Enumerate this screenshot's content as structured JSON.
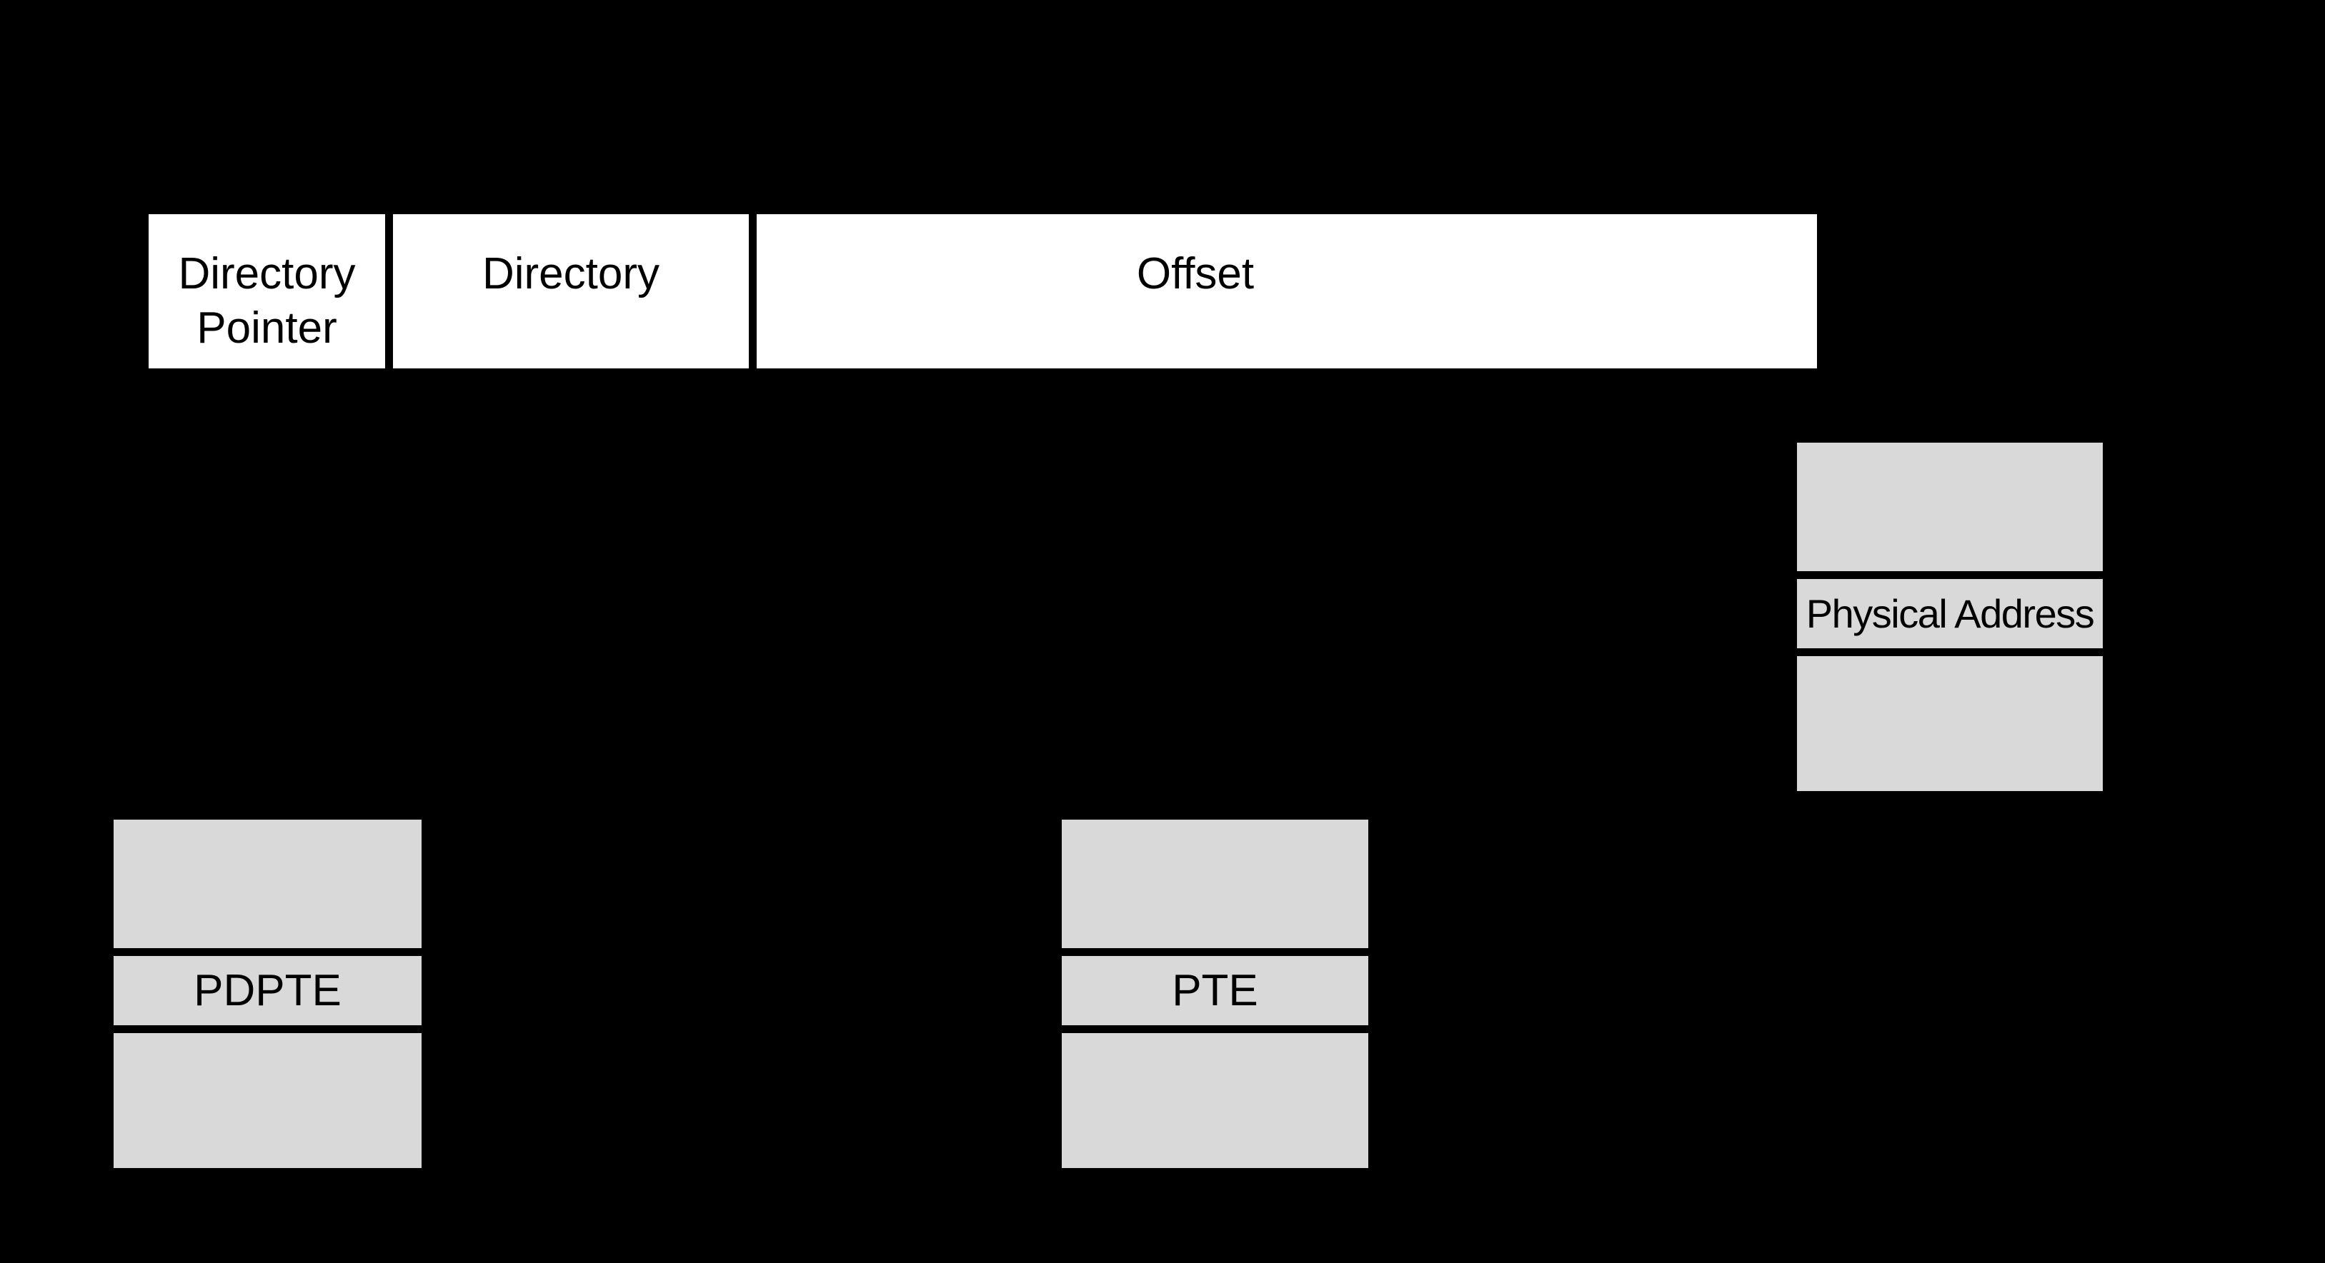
{
  "colors": {
    "background": "#000000",
    "linear_address_fill": "#ffffff",
    "table_fill": "#d9d9d9",
    "divider": "#000000",
    "text": "#000000"
  },
  "linear_address": {
    "fields": [
      {
        "label": "Directory Pointer"
      },
      {
        "label": "Directory"
      },
      {
        "label": "Offset"
      }
    ]
  },
  "pdpte": {
    "label": "PDPTE"
  },
  "pte": {
    "label": "PTE"
  },
  "physical_address": {
    "label": "Physical Address"
  }
}
